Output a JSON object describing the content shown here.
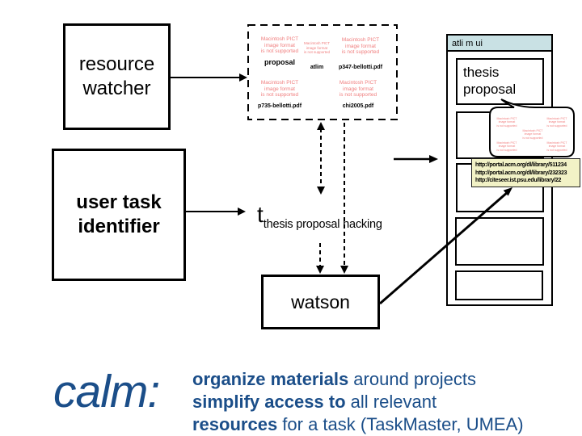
{
  "colors": {
    "footer_blue": "#1b4e89",
    "titlebar_teal": "#c9e1e4",
    "url_box_yellow": "#f2f2c6",
    "pict_red": "#f07f7f"
  },
  "pict": {
    "lines": [
      "Macintosh PICT",
      "image format",
      "is not supported"
    ]
  },
  "modules": {
    "resource_watcher": "resource watcher",
    "user_task_identifier": "user task identifier",
    "watson": "watson"
  },
  "workspace_files": {
    "items": [
      {
        "label": "proposal"
      },
      {
        "label": "atlim"
      },
      {
        "label": "p347-bellotti.pdf"
      },
      {
        "label": "p735-bellotti.pdf"
      },
      {
        "label": "chi2005.pdf"
      }
    ]
  },
  "task_label": {
    "prefix": "t",
    "subscript": "thesis proposal hacking"
  },
  "ui_window": {
    "title": "atli m ui",
    "first_item": "thesis proposal"
  },
  "url_list": {
    "lines": [
      "http://portal.acm.org/dl/library/511234",
      "http://portal.acm.org/dl/library/232323",
      "http://citeseer.ist.psu.edu/library/22"
    ]
  },
  "footer": {
    "term": "calm:",
    "points": [
      {
        "bold": "organize materials",
        "rest": " around projects"
      },
      {
        "bold": "simplify access to",
        "rest": " all relevant"
      },
      {
        "bold": "resources",
        "rest": " for a task (TaskMaster, UMEA)"
      }
    ]
  }
}
